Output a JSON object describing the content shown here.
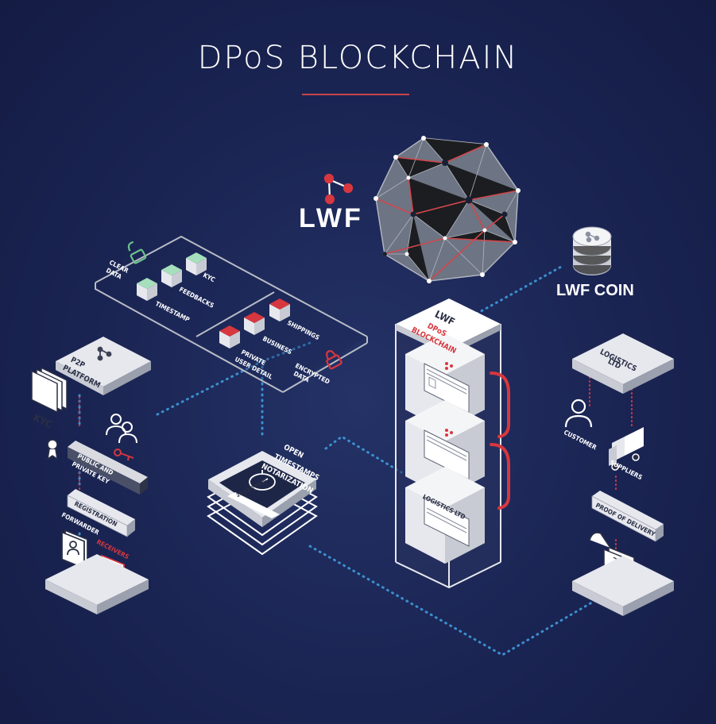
{
  "title": "DPoS BLOCKCHAIN",
  "brand": "LWF",
  "coin_label": "LWF COIN",
  "tower": {
    "top_brand": "LWF",
    "top_line1": "DPoS",
    "top_line2": "BLOCKCHAIN",
    "block_label": "LOGISTICS LTD"
  },
  "data_panel": {
    "clear_data_1": "CLEAR",
    "clear_data_2": "DATA",
    "kyc": "KYC",
    "feedbacks": "FEEDBACKS",
    "timestamp": "TIMESTAMP",
    "shippings": "SHIPPINGS",
    "business": "BUSINESS",
    "private_user_1": "PRIVATE",
    "private_user_2": "USER DETAIL",
    "encrypted_1": "ENCRYPTED",
    "encrypted_2": "DATA"
  },
  "p2p": {
    "line1": "P2P",
    "line2": "PLATFORM"
  },
  "kyc_doc": "KYC",
  "key_label": {
    "line1": "PUBLIC AND",
    "line2": "PRIVATE KEY"
  },
  "registration": "REGISTRATION",
  "forwarder": "FORWARDER",
  "receivers": "RECEIVERS",
  "timestamps": {
    "line1": "OPEN",
    "line2": "TIMESTAMPS",
    "line3": "NOTARIZATION",
    "stamp_text": "20.11.24H09"
  },
  "logistics": {
    "line1": "LOGISTICS",
    "line2": "LTD"
  },
  "customer": "CUSTOMER",
  "suppliers": "SUPPLIERS",
  "proof_of_delivery": "PROOF OF DELIVERY",
  "colors": {
    "background": "#1a2452",
    "accent_red": "#c8444a",
    "dotted_blue": "#3b8fd0",
    "platform": "#e6e8ee",
    "cube_green": "#7fcc9c"
  }
}
